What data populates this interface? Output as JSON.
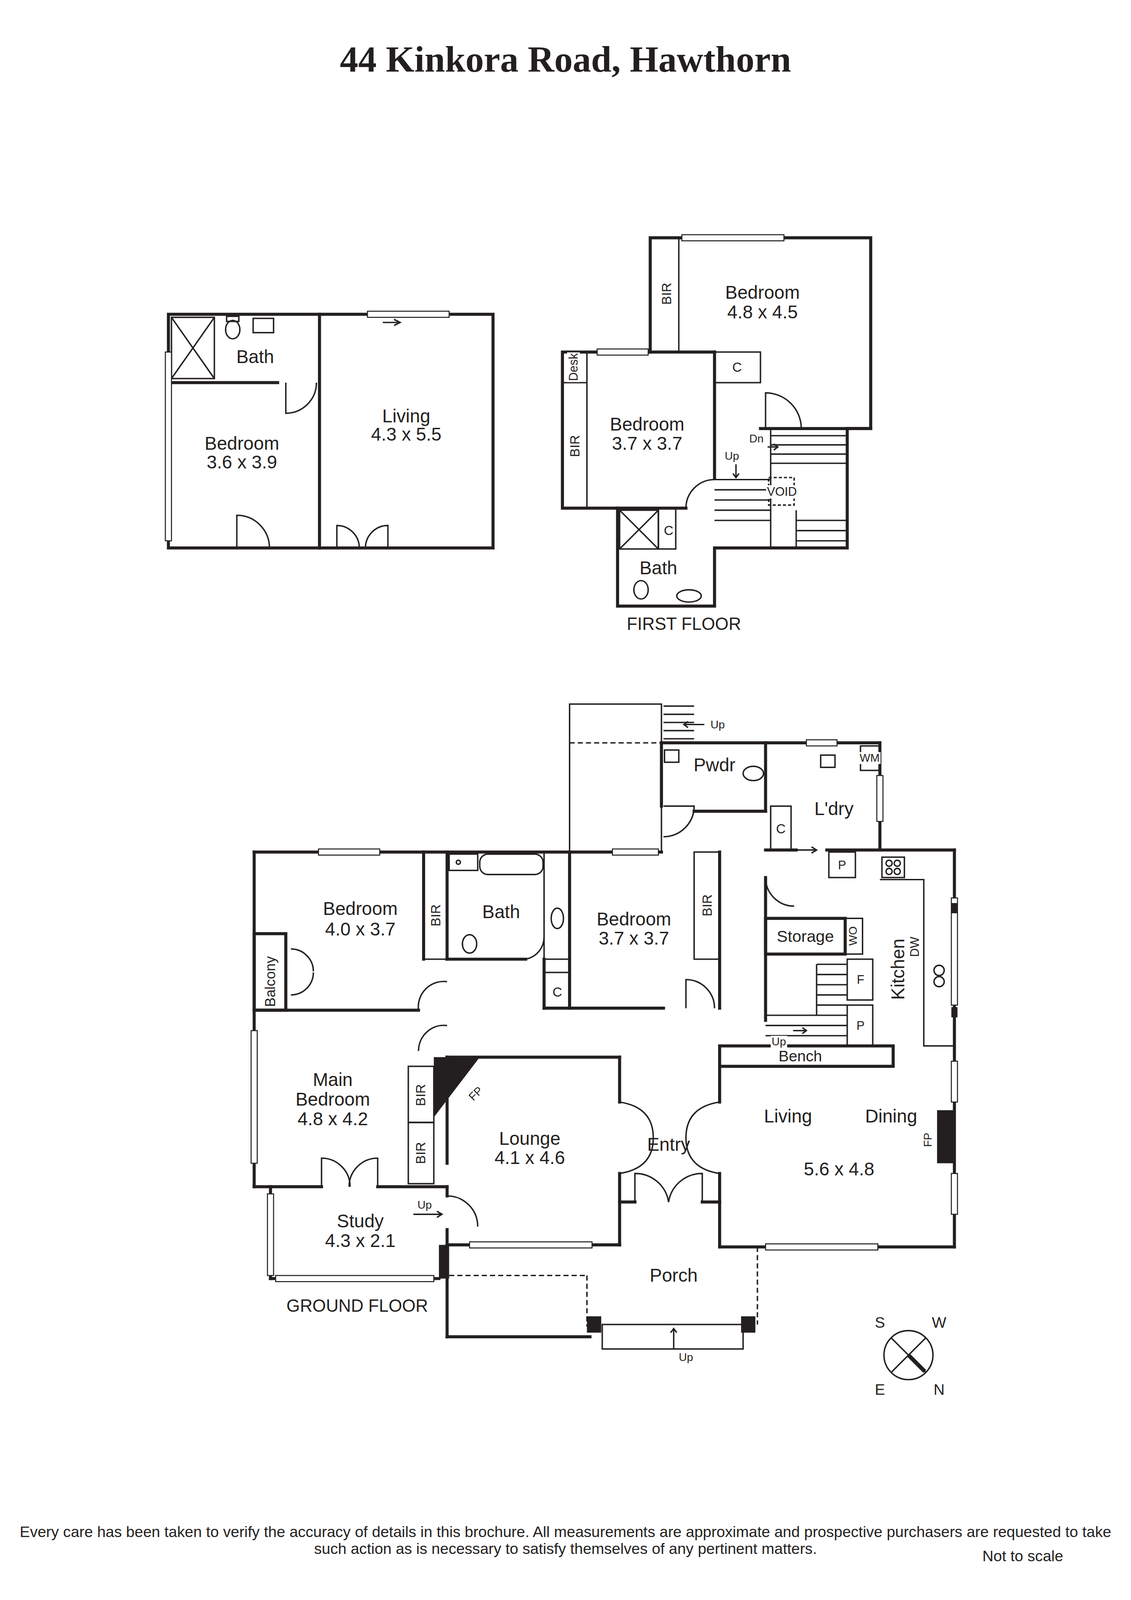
{
  "diagram": {
    "title": "44 Kinkora Road, Hawthorn",
    "caption": "Every care has been taken to verify the accuracy of details in this brochure. All measurements are approximate and prospective purchasers are requested to take such action as is necessary to satisfy themselves of any pertinent matters.",
    "nodes": [
      {
        "text": [
          "Bath"
        ]
      },
      {
        "text": [
          "Bedroom",
          "3.6 x 3.9"
        ]
      },
      {
        "text": [
          "Living",
          "4.3 x 5.5"
        ]
      },
      {
        "text": [
          "Bedroom",
          "4.8 x 4.5"
        ]
      },
      {
        "text": [
          "Bedroom",
          "3.7 x 3.7"
        ]
      },
      {
        "text": [
          "Bath"
        ]
      },
      {
        "text": [
          "Pwdr"
        ]
      },
      {
        "text": [
          "L'dry"
        ]
      },
      {
        "text": [
          "Bedroom",
          "4.0 x 3.7"
        ]
      },
      {
        "text": [
          "Bath"
        ]
      },
      {
        "text": [
          "Bedroom",
          "3.7 x 3.7"
        ]
      },
      {
        "text": [
          "Storage"
        ]
      },
      {
        "text": [
          "Kitchen"
        ]
      },
      {
        "text": [
          "Bench"
        ]
      },
      {
        "text": [
          "Balcony"
        ]
      },
      {
        "text": [
          "Main Bedroom",
          "4.8 x 4.2"
        ]
      },
      {
        "text": [
          "Lounge",
          "4.1 x 4.6"
        ]
      },
      {
        "text": [
          "Entry"
        ]
      },
      {
        "text": [
          "Living",
          "Dining",
          "5.6 x 4.8"
        ]
      },
      {
        "text": [
          "Study",
          "4.3 x 2.1"
        ]
      },
      {
        "text": [
          "Porch"
        ]
      }
    ],
    "labels": [
      "BIR",
      "Desk",
      "BIR",
      "C",
      "Up",
      "Dn",
      "VOID",
      "C",
      "FIRST FLOOR",
      "Up",
      "C",
      "WM",
      "P",
      "BIR",
      "C",
      "BIR",
      "WO",
      "DW",
      "F",
      "Up",
      "P",
      "BIR",
      "BIR",
      "FP",
      "FP",
      "Up",
      "GROUND FLOOR",
      "Up",
      "S",
      "W",
      "E",
      "N",
      "Not to scale"
    ]
  }
}
